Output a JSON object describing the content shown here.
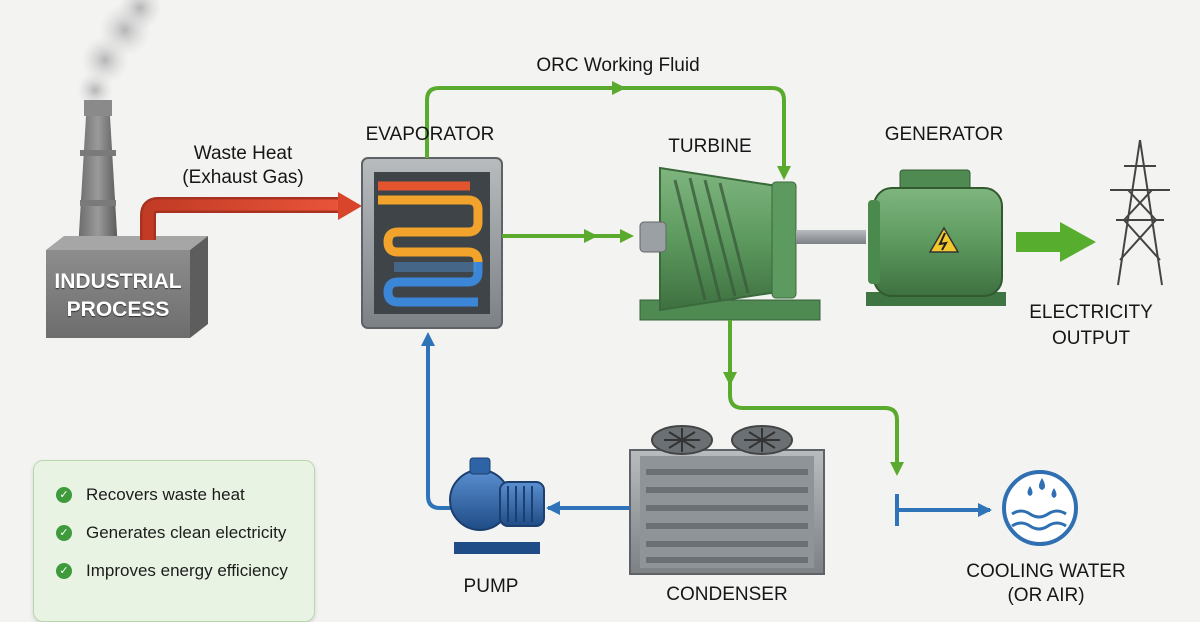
{
  "labels": {
    "waste_heat_line1": "Waste Heat",
    "waste_heat_line2": "(Exhaust Gas)",
    "industrial_line1": "INDUSTRIAL",
    "industrial_line2": "PROCESS",
    "evaporator": "EVAPORATOR",
    "orc_fluid": "ORC Working Fluid",
    "turbine": "TURBINE",
    "generator": "GENERATOR",
    "electricity_line1": "ELECTRICITY",
    "electricity_line2": "OUTPUT",
    "pump": "PUMP",
    "condenser": "CONDENSER",
    "cooling_line1": "COOLING WATER",
    "cooling_line2": "(OR AIR)"
  },
  "benefits": [
    "Recovers waste heat",
    "Generates clean electricity",
    "Improves energy efficiency"
  ],
  "colors": {
    "waste_heat_pipe": "#d9452b",
    "working_fluid": "#5aaa2e",
    "cooling_loop": "#2f74b8",
    "equipment_green": "#5d9a5f",
    "pump_blue": "#2e63a6",
    "check_green": "#3f9a3b"
  },
  "icons": {
    "smokestack": "chimney-icon",
    "power_tower": "power-tower-icon",
    "water_drop": "water-drop-icon",
    "warning": "high-voltage-icon"
  }
}
